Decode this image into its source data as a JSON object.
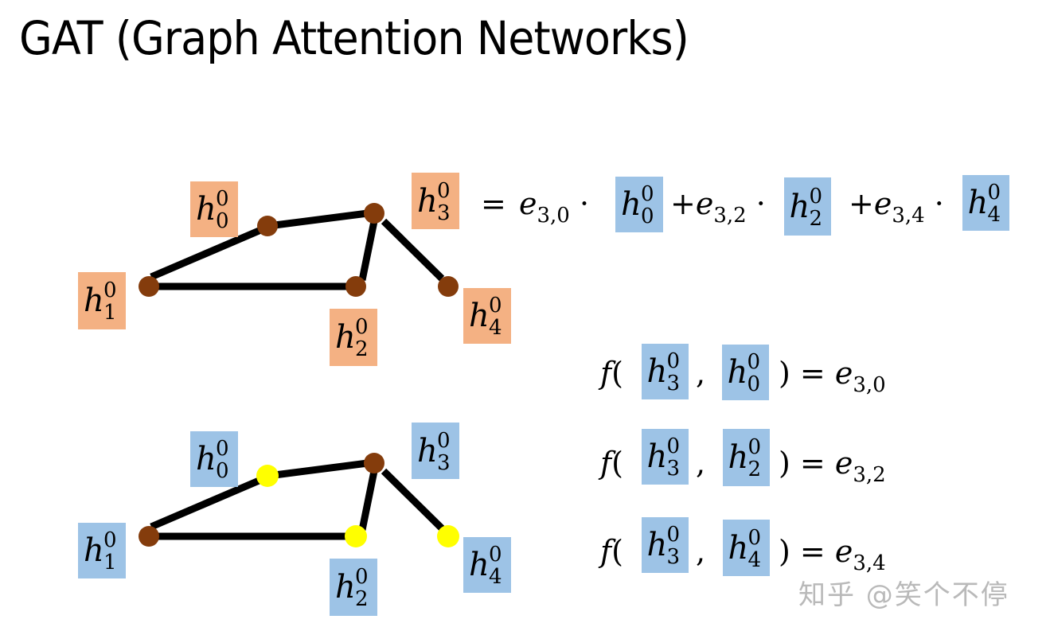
{
  "title": "GAT (Graph Attention Networks)",
  "colors": {
    "orange_box": "#f4b183",
    "blue_box": "#9dc3e6",
    "node_brown": "#843c0c",
    "node_yellow": "#ffff00",
    "edge": "#000000",
    "watermark": "#b9b9b9"
  },
  "graph_top": {
    "box_color": "orange",
    "nodes": [
      {
        "id": "0",
        "label_base": "h",
        "label_sub": "0",
        "label_sup": "0",
        "fill": "brown"
      },
      {
        "id": "1",
        "label_base": "h",
        "label_sub": "1",
        "label_sup": "0",
        "fill": "brown"
      },
      {
        "id": "2",
        "label_base": "h",
        "label_sub": "2",
        "label_sup": "0",
        "fill": "brown"
      },
      {
        "id": "3",
        "label_base": "h",
        "label_sub": "3",
        "label_sup": "0",
        "fill": "brown"
      },
      {
        "id": "4",
        "label_base": "h",
        "label_sub": "4",
        "label_sup": "0",
        "fill": "brown"
      }
    ],
    "edges": [
      [
        "1",
        "0"
      ],
      [
        "0",
        "3"
      ],
      [
        "1",
        "2"
      ],
      [
        "2",
        "3"
      ],
      [
        "3",
        "4"
      ]
    ]
  },
  "graph_bottom": {
    "box_color": "blue",
    "nodes": [
      {
        "id": "0",
        "label_base": "h",
        "label_sub": "0",
        "label_sup": "0",
        "fill": "yellow"
      },
      {
        "id": "1",
        "label_base": "h",
        "label_sub": "1",
        "label_sup": "0",
        "fill": "brown"
      },
      {
        "id": "2",
        "label_base": "h",
        "label_sub": "2",
        "label_sup": "0",
        "fill": "yellow"
      },
      {
        "id": "3",
        "label_base": "h",
        "label_sub": "3",
        "label_sup": "0",
        "fill": "brown"
      },
      {
        "id": "4",
        "label_base": "h",
        "label_sub": "4",
        "label_sup": "0",
        "fill": "yellow"
      }
    ],
    "edges": [
      [
        "1",
        "0"
      ],
      [
        "0",
        "3"
      ],
      [
        "1",
        "2"
      ],
      [
        "2",
        "3"
      ],
      [
        "3",
        "4"
      ]
    ]
  },
  "aggregation_equation": {
    "equals": "=",
    "terms": [
      {
        "op": "",
        "coef_base": "e",
        "coef_sub": "3,0",
        "dot": "·",
        "h_sub": "0",
        "h_sup": "0"
      },
      {
        "op": "+",
        "coef_base": "e",
        "coef_sub": "3,2",
        "dot": "·",
        "h_sub": "2",
        "h_sup": "0"
      },
      {
        "op": "+",
        "coef_base": "e",
        "coef_sub": "3,4",
        "dot": "·",
        "h_sub": "4",
        "h_sup": "0"
      }
    ]
  },
  "score_equations": [
    {
      "func": "f",
      "open": "(",
      "a_sub": "3",
      "a_sup": "0",
      "comma": ",",
      "b_sub": "0",
      "b_sup": "0",
      "close": ")",
      "equals": "=",
      "result_base": "e",
      "result_sub": "3,0"
    },
    {
      "func": "f",
      "open": "(",
      "a_sub": "3",
      "a_sup": "0",
      "comma": ",",
      "b_sub": "2",
      "b_sup": "0",
      "close": ")",
      "equals": "=",
      "result_base": "e",
      "result_sub": "3,2"
    },
    {
      "func": "f",
      "open": "(",
      "a_sub": "3",
      "a_sup": "0",
      "comma": ",",
      "b_sub": "4",
      "b_sup": "0",
      "close": ")",
      "equals": "=",
      "result_base": "e",
      "result_sub": "3,4"
    }
  ],
  "watermark": "知乎 @笑个不停"
}
